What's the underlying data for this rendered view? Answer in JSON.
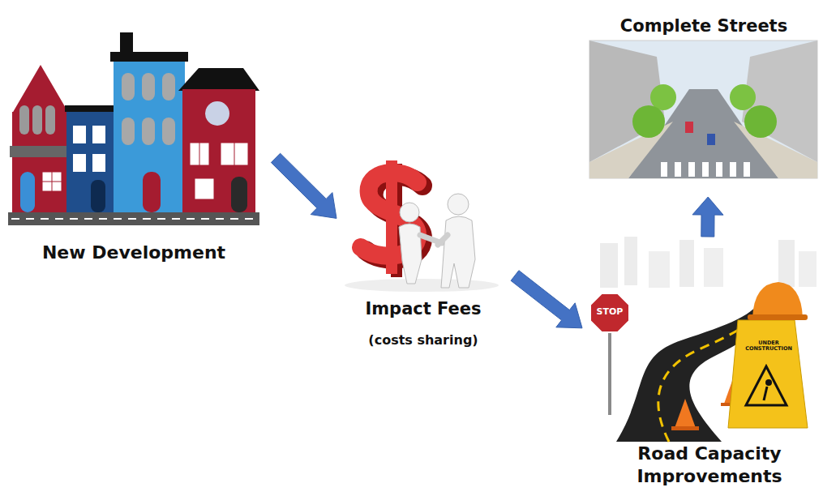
{
  "diagram": {
    "nodes": [
      {
        "text": [
          "New Development"
        ]
      },
      {
        "text": [
          "Impact Fees",
          "(costs sharing)"
        ]
      },
      {
        "text": [
          "Road Capacity Improvements"
        ]
      },
      {
        "text": [
          "Complete Streets"
        ]
      }
    ],
    "edges": [
      {
        "from": 0,
        "to": 1,
        "arrow": "to"
      },
      {
        "from": 1,
        "to": 2,
        "arrow": "to"
      },
      {
        "from": 2,
        "to": 3,
        "arrow": "to"
      }
    ],
    "labels": [
      "STOP",
      "UNDER CONSTRUCTION"
    ]
  }
}
